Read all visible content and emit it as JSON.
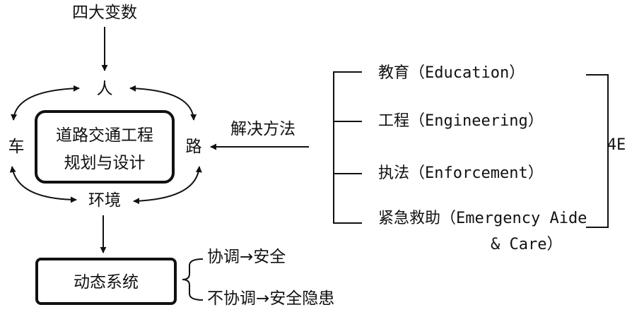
{
  "top_label": "四大变数",
  "nodes": {
    "person": "人",
    "vehicle": "车",
    "road": "路",
    "environment": "环境"
  },
  "center_box": {
    "line1": "道路交通工程",
    "line2": "规划与设计"
  },
  "system_box": "动态系统",
  "outcomes": {
    "coordinated": "协调→安全",
    "uncoordinated": "不协调→安全隐患"
  },
  "solution_label": "解决方法",
  "methods": [
    {
      "text": "教育（Education）"
    },
    {
      "text": "工程（Engineering）"
    },
    {
      "text": "执法（Enforcement）"
    },
    {
      "text": "紧急救助（Emergency Aide"
    }
  ],
  "method_last_line2": "& Care）",
  "group_label": "4E"
}
